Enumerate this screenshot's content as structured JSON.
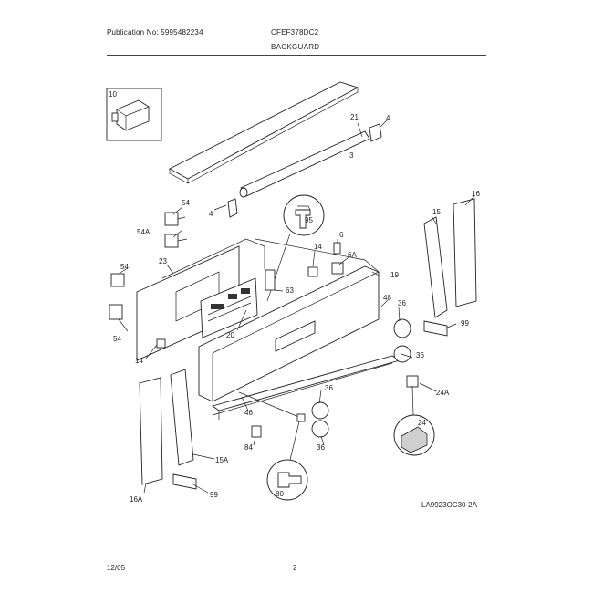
{
  "header": {
    "publication": "Publication No: 5995482234",
    "model": "CFEF378DC2",
    "section": "BACKGUARD"
  },
  "footer": {
    "date": "12/05",
    "page": "2"
  },
  "drawing_code": "LA9923OC30-2A",
  "callouts": {
    "c10": "10",
    "c21": "21",
    "c4a": "4",
    "c3": "3",
    "c54a": "54",
    "c4b": "4",
    "c95": "95",
    "c54A": "54A",
    "c6": "6",
    "c6A": "6A",
    "c14a": "14",
    "c15": "15",
    "c16": "16",
    "c54b": "54",
    "c23": "23",
    "c19": "19",
    "c54c": "54",
    "c63": "63",
    "c48": "48",
    "c36a": "36",
    "c20": "20",
    "c99a": "99",
    "c36b": "36",
    "c14b": "14",
    "c24A": "24A",
    "c36c": "36",
    "c46": "46",
    "c24": "24",
    "c36d": "36",
    "c84": "84",
    "c15A": "15A",
    "c16A": "16A",
    "c99b": "99",
    "c80": "80"
  }
}
